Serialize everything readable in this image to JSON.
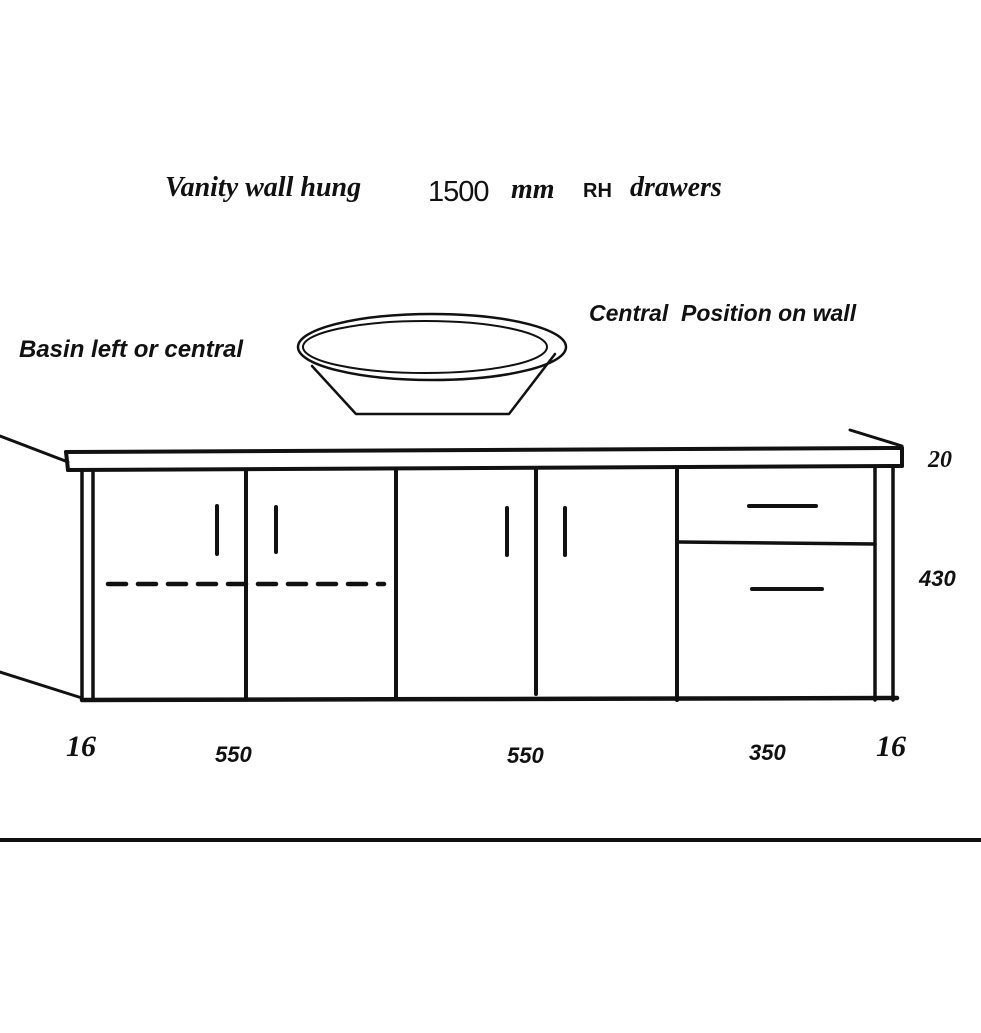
{
  "title": {
    "prefix": "Vanity wall hung",
    "width_value": "1500",
    "unit": "mm",
    "side": "RH",
    "suffix": "drawers"
  },
  "annotations": {
    "basin_note": "Basin left or central",
    "position_note": "Central  Position on wall"
  },
  "dimensions": {
    "top_thickness": "20",
    "height": "430",
    "left_side": "16",
    "section_1": "550",
    "section_2": "550",
    "section_3": "350",
    "right_side": "16"
  },
  "colors": {
    "ink": "#111111",
    "background": "#ffffff"
  }
}
